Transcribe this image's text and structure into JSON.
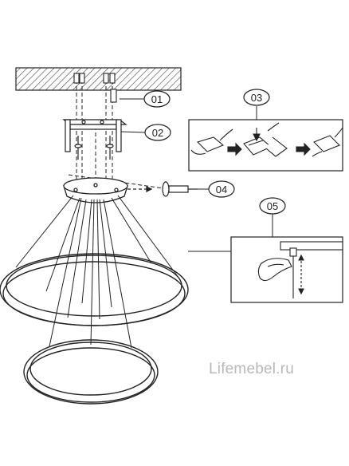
{
  "callouts": {
    "c01": "01",
    "c02": "02",
    "c03": "03",
    "c04": "04",
    "c05": "05"
  },
  "watermark": "Lifemebel.ru",
  "colors": {
    "line": "#222222",
    "hatch": "#555555",
    "watermark": "#b9b9b9"
  }
}
